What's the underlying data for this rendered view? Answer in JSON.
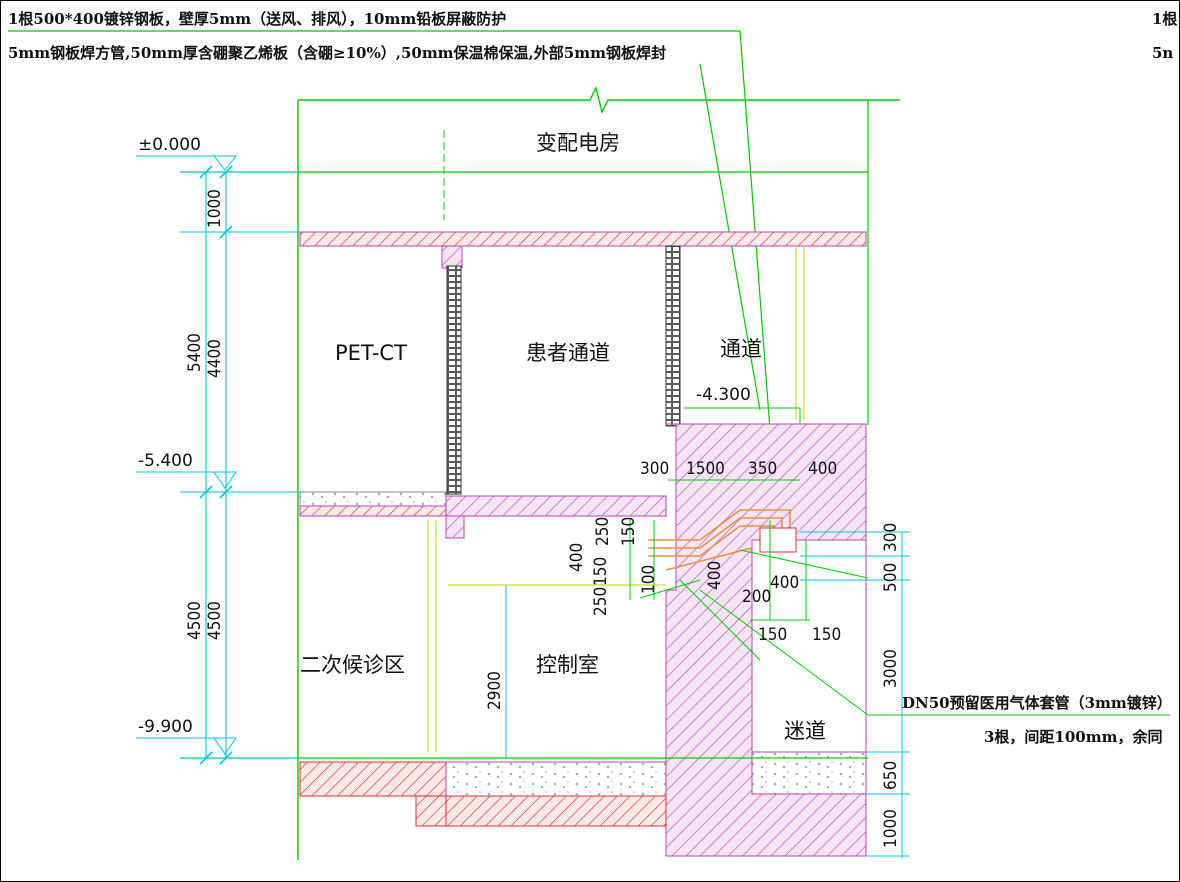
{
  "notes": {
    "top_line1": "1根500*400镀锌钢板，壁厚5mm（送风、排风），10mm铅板屏蔽防护",
    "top_line2": "5mm钢板焊方管,50mm厚含硼聚乙烯板（含硼≥10%）,50mm保温棉保温,外部5mm钢板焊封",
    "right_cut1": "1根",
    "right_cut2": "5n",
    "dn50_line1": "DN50预留医用气体套管（3mm镀锌）",
    "dn50_line2": "3根，间距100mm，余同"
  },
  "rooms": {
    "substation": "变配电房",
    "petct": "PET-CT",
    "patient_corridor": "患者通道",
    "corridor": "通道",
    "waiting": "二次候诊区",
    "control": "控制室",
    "maze": "迷道"
  },
  "levels": {
    "zero": "±0.000",
    "minus_4_3": "-4.300",
    "minus_5_4": "-5.400",
    "minus_9_9": "-9.900"
  },
  "dims_left": {
    "d1000": "1000",
    "d5400": "5400",
    "d4400": "4400",
    "d4500a": "4500",
    "d4500b": "4500"
  },
  "dims_top_row": {
    "d300": "300",
    "d1500": "1500",
    "d350": "350",
    "d400": "400"
  },
  "dims_center": {
    "d250a": "250",
    "d150a": "150",
    "d400": "400",
    "d150b": "150",
    "d250b": "250",
    "d100": "100",
    "d400d": "400",
    "d200": "200",
    "d400e": "400",
    "d150c": "150",
    "d150d": "150",
    "d2900": "2900"
  },
  "dims_right": {
    "d300": "300",
    "d500": "500",
    "d3000": "3000",
    "d650": "650",
    "d1000": "1000"
  },
  "colors": {
    "dimension": "#00c8e0",
    "wall_line": "#00d000",
    "hatch_concrete": "#cc33cc",
    "hatch_red": "#e03030",
    "equipment": "#e8a040",
    "yellow_line": "#d8d830"
  }
}
